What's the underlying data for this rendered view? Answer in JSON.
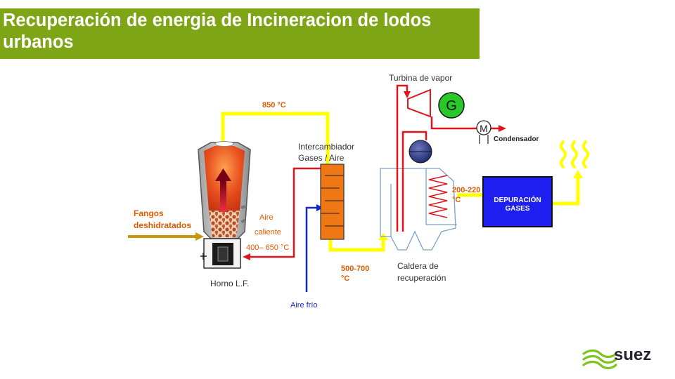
{
  "slide": {
    "title": "Recuperación de energia de Incineracion de lodos urbanos"
  },
  "labels": {
    "turbina": "Turbina de vapor",
    "generador": "G",
    "motor": "M",
    "condensador": "Condensador",
    "temp_850": "850 °C",
    "intercambiador_1": "Intercambiador",
    "intercambiador_2": "Gases / Aire",
    "temp_200_1": "200-220",
    "temp_200_2": "°C",
    "depuracion_1": "DEPURACIÓN",
    "depuracion_2": "GASES",
    "fangos_1": "Fangos",
    "fangos_2": "deshidratados",
    "aire_1": "Aire",
    "aire_2": "caliente",
    "temp_400": "400– 650 °C",
    "temp_500_1": "500-700",
    "temp_500_2": "°C",
    "caldera_1": "Caldera de",
    "caldera_2": "recuperación",
    "horno": "Horno L.F.",
    "aire_frio": "Aire frío"
  },
  "brand": {
    "logo_text": "suez"
  },
  "colors": {
    "title_bg": "#7ea516",
    "flue_gas": "#ffff00",
    "steam_hot": "#e0141e",
    "cold_air": "#1428c8",
    "sludge": "#c8960a",
    "label_orange": "#e05a00",
    "depuracion_box": "#1e1ef0",
    "exchanger": "#f07814",
    "boiler_outline": "#7aa0c8",
    "logo_green": "#7ec31e"
  }
}
